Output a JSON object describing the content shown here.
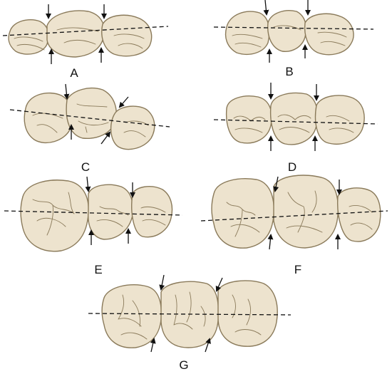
{
  "colors": {
    "tooth_fill": "#ede3ce",
    "tooth_stroke": "#8a7a5a",
    "groove_stroke": "#8a7a5a",
    "axis_stroke": "#111111",
    "arrow_stroke": "#111111",
    "label_color": "#111111"
  },
  "panels": [
    {
      "label": "A"
    },
    {
      "label": "B"
    },
    {
      "label": "C"
    },
    {
      "label": "D"
    },
    {
      "label": "E"
    },
    {
      "label": "F"
    },
    {
      "label": "G"
    }
  ]
}
